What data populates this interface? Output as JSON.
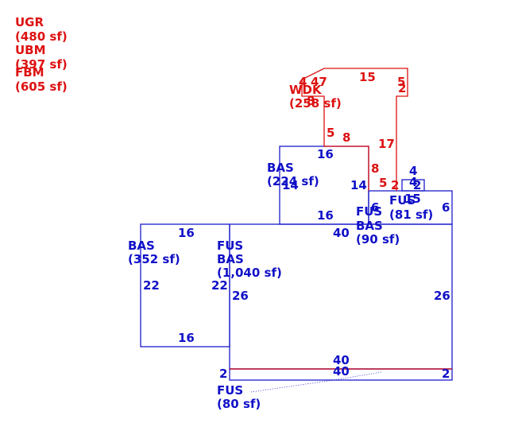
{
  "legend": [
    {
      "code": "UGR",
      "area": "(480 sf)"
    },
    {
      "code": "UBM",
      "area": "(397 sf)"
    },
    {
      "code": "FBM",
      "area": "(605 sf)"
    }
  ],
  "colors": {
    "blue": "#1010c8",
    "red": "#dd1111"
  },
  "areas": {
    "wdk": {
      "code": "WDK",
      "area": "(258 sf)"
    },
    "bas_upper": {
      "code": "BAS",
      "area": "(224 sf)"
    },
    "fus_small": {
      "code": "FUS",
      "area": "(81 sf)"
    },
    "fus_bas_small": {
      "line1": "FUS",
      "line2": "BAS",
      "area": "(90 sf)"
    },
    "bas_left": {
      "code": "BAS",
      "area": "(352 sf)"
    },
    "fus_bas_main": {
      "line1": "FUS",
      "line2": "BAS",
      "area": "(1,040 sf)"
    },
    "fus_strip": {
      "code": "FUS",
      "area": "(80 sf)"
    }
  },
  "dims": {
    "wdk_a": "4",
    "wdk_b": "47",
    "wdk_c": "15",
    "wdk_d": "5",
    "wdk_e": "2",
    "wdk_f": "8",
    "wdk_g": "5",
    "wdk_h": "8",
    "wdk_i": "17",
    "wdk_j": "8",
    "wdk_k": "5",
    "wdk_l": "2",
    "bas_up_top": "16",
    "bas_up_left": "14",
    "bas_up_right": "14",
    "bas_up_bottom": "16",
    "fus_s_4": "4",
    "fus_s_4b": "4",
    "fus_s_2": "2",
    "fus_s_15": "15",
    "fus_s_6l": "6",
    "fus_s_6r": "6",
    "bas_l_top": "16",
    "bas_l_left": "22",
    "bas_l_right": "22",
    "bas_l_bottom": "16",
    "main_top": "40",
    "main_left": "26",
    "main_right": "26",
    "main_bottom": "40",
    "strip_top": "40",
    "strip_left": "2",
    "strip_right": "2"
  }
}
